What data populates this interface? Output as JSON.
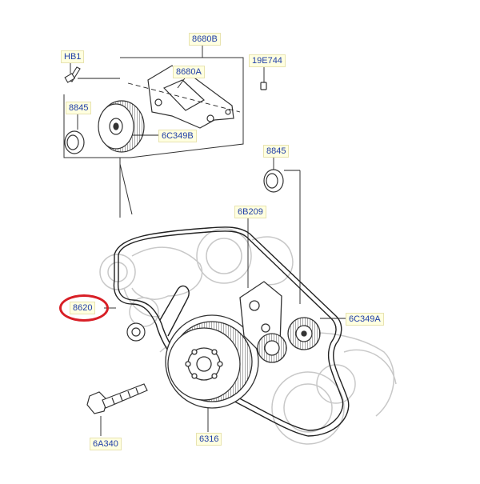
{
  "diagram": {
    "labels": {
      "hb1": "HB1",
      "p8680b": "8680B",
      "p19e744": "19E744",
      "p8680a": "8680A",
      "p8845_top": "8845",
      "p6c349b": "6C349B",
      "p8845_right": "8845",
      "p6b209": "6B209",
      "p8620": "8620",
      "p6c349a": "6C349A",
      "p6a340": "6A340",
      "p6316": "6316"
    },
    "colors": {
      "label_text": "#1f3ea8",
      "label_bg": "#ffffe0",
      "highlight": "#d81f26",
      "line_art": "#444444",
      "ghost_parts": "#c8c8c8"
    },
    "highlighted_label": "p8620"
  }
}
